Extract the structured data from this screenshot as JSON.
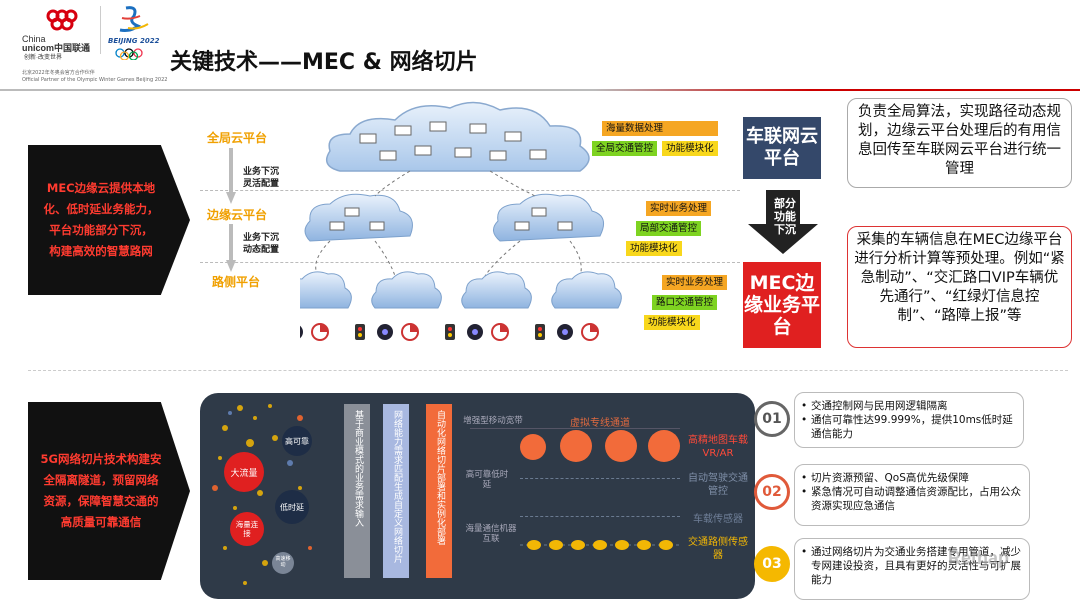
{
  "header": {
    "logo_cn": "China",
    "logo_unicom": "unicom中国联通",
    "logo_slogan": "创新·改变世界",
    "olympic_text": "BEIJING 2022",
    "partner_cn": "北京2022年冬奥会官方合作伙伴",
    "partner_en": "Official Partner of the Olympic Winter Games Beijing 2022",
    "title": "关键技术——MEC & 网络切片"
  },
  "mec_section": {
    "arrow_text": [
      "MEC边缘云提供本地",
      "化、低时延业务能力，",
      "平台功能部分下沉，",
      "构建高效的智慧路网"
    ],
    "levels": {
      "global": "全局云平台",
      "edge": "边缘云平台",
      "road": "路侧平台"
    },
    "sink1": [
      "业务下沉",
      "灵活配置"
    ],
    "sink2": [
      "业务下沉",
      "动态配置"
    ],
    "global_tags": [
      "海量数据处理",
      "全局交通管控",
      "功能模块化"
    ],
    "edge_tags": [
      "实时业务处理",
      "局部交通管控",
      "功能模块化"
    ],
    "road_tags": [
      "实时业务处理",
      "路口交通管控",
      "功能模块化"
    ],
    "vnet_platform": "车联网云平台",
    "vnet_desc": "负责全局算法，实现路径动态规划，边缘云平台处理后的有用信息回传至车联网云平台进行统一管理",
    "down_arrow": "部分功能下沉",
    "mec_platform": "MEC边缘业务平台",
    "mec_desc": "采集的车辆信息在MEC边缘平台进行分析计算等预处理。例如“紧急制动”、“交汇路口VIP车辆优先通行”、“红绿灯信息控制”、“路障上报”等"
  },
  "slice_section": {
    "arrow_text": [
      "5G网络切片技术构建安",
      "全隔离隧道，预留网络",
      "资源，保障智慧交通的",
      "高质量可靠通信"
    ],
    "bubbles": [
      "高可靠",
      "大流量",
      "低时延",
      "海量连接",
      "高速移动"
    ],
    "columns": [
      "基于商业模式的业务需求输入",
      "网络能力需求匹配生成自定义网络切片",
      "自动化网络切片部署和实例化部署"
    ],
    "rows": [
      {
        "left": "增强型移动宽带",
        "channel": "虚拟专线通道",
        "right": "高精地图车载VR/AR"
      },
      {
        "left": "高可靠低时延",
        "channel": "",
        "right": "自动驾驶交通管控"
      },
      {
        "left": "",
        "channel": "",
        "right": "车载传感器"
      },
      {
        "left": "海量通信机器互联",
        "channel": "",
        "right": "交通路侧传感器"
      }
    ],
    "features": [
      {
        "num": "01",
        "items": [
          "交通控制网与民用网逻辑隔离",
          "通信可靠性达99.999%，提供10ms低时延通信能力"
        ],
        "color": "#555"
      },
      {
        "num": "02",
        "items": [
          "切片资源预留、QoS高优先级保障",
          "紧急情况可自动调整通信资源配比，占用公众资源实现应急通信"
        ],
        "color": "#e05a3a"
      },
      {
        "num": "03",
        "items": [
          "通过网络切片为交通业务搭建专用管道，减少专网建设投资，且具有更好的灵活性与可扩展能力"
        ],
        "color": "#f5b800"
      }
    ]
  },
  "watermark": "Rethap"
}
